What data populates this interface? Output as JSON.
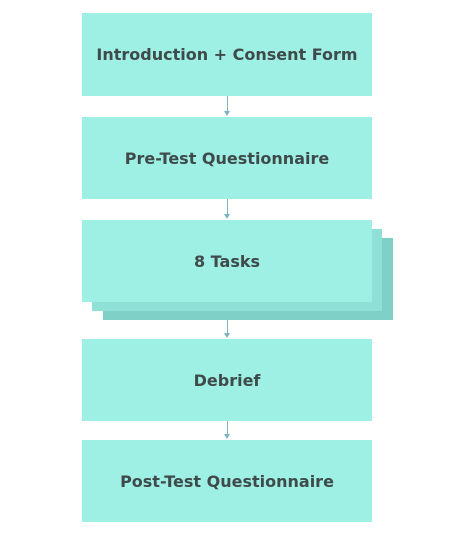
{
  "steps": [
    {
      "label": "Introduction + Consent Form"
    },
    {
      "label": "Pre-Test Questionnaire"
    },
    {
      "label": "8 Tasks"
    },
    {
      "label": "Debrief"
    },
    {
      "label": "Post-Test Questionnaire"
    }
  ],
  "colors": {
    "box_fill": "#9eefe4",
    "stack_mid": "#8fe0d6",
    "stack_back": "#7fd0c6",
    "text": "#3f4a4a",
    "arrow": "#7fb3c2"
  }
}
